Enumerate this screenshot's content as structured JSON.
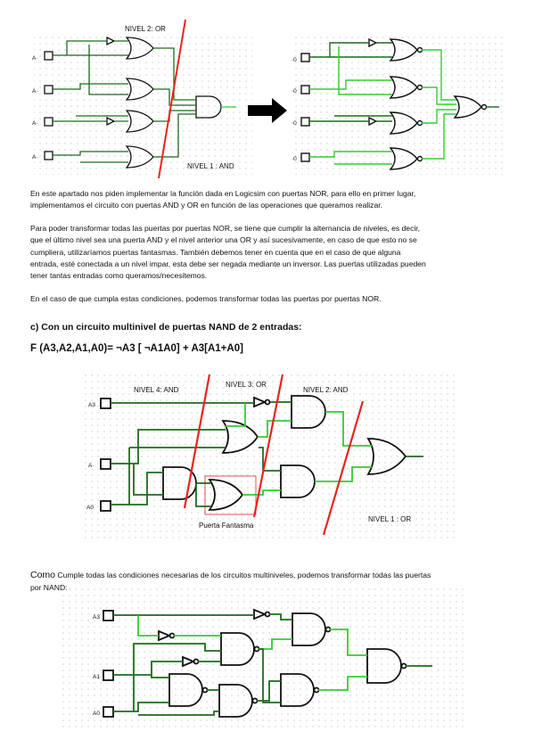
{
  "figure1": {
    "label_level2": "NIVEL 2: OR",
    "label_level1": "NIVEL 1 : AND",
    "pins_left": [
      "A·",
      "A·",
      "A·",
      "A·"
    ],
    "pins_right": [
      "·0",
      "·0",
      "·0",
      "·0"
    ]
  },
  "paragraphs": [
    "En este apartado nos piden implementar la función dada en Logicsim con puertas NOR, para ello en primer lugar,\nimplementamos el circuito con puertas AND y OR en función de las operaciones que queramos realizar.",
    "Para poder transformar todas las puertas por puertas NOR, se tiene que cumplir la alternancia de niveles, es decir,\nque el último nivel sea una puerta AND y el nivel anterior una OR y así sucesivamente, en caso de que esto no se\ncumpliera, utilizaríamos puertas fantasmas. También debemos tener en cuenta que en el caso de que alguna\nentrada, esté conectada a un nivel impar, esta debe ser negada mediante un inversor. Las puertas utilizadas pueden\ntener tantas entradas como queramos/necesitemos.",
    "En el caso de que cumpla estas condiciones, podemos transformar todas las puertas por puertas NOR."
  ],
  "section_heading": "c) Con un circuito multinivel de puertas NAND de 2 entradas:",
  "formula": "F (A3,A2,A1,A0)= ¬A3 [ ¬A1A0] + A3[A1+A0]",
  "figure2": {
    "label_level4": "NIVEL 4: AND",
    "label_level3": "NIVEL 3: OR",
    "label_level2": "NIVEL 2: AND",
    "label_level1": "NIVEL 1 : OR",
    "label_phantom": "Puerta Fantasma",
    "pin_a3": "A3",
    "pin_a1": "A·",
    "pin_a0": "A0"
  },
  "closing": {
    "lead": "Como",
    "rest": " Cumple todas las condiciones necesarias de los circuitos multiniveles, podemos transformar todas las puertas\npor NAND:"
  },
  "figure3": {
    "pin_a3": "A3",
    "pin_a1": "A1",
    "pin_a0": "A0"
  },
  "colors": {
    "wire_dark": "#1f6b1f",
    "wire_light": "#33cc33",
    "level_line": "#e8241e",
    "phantom_box": "#e05050"
  }
}
